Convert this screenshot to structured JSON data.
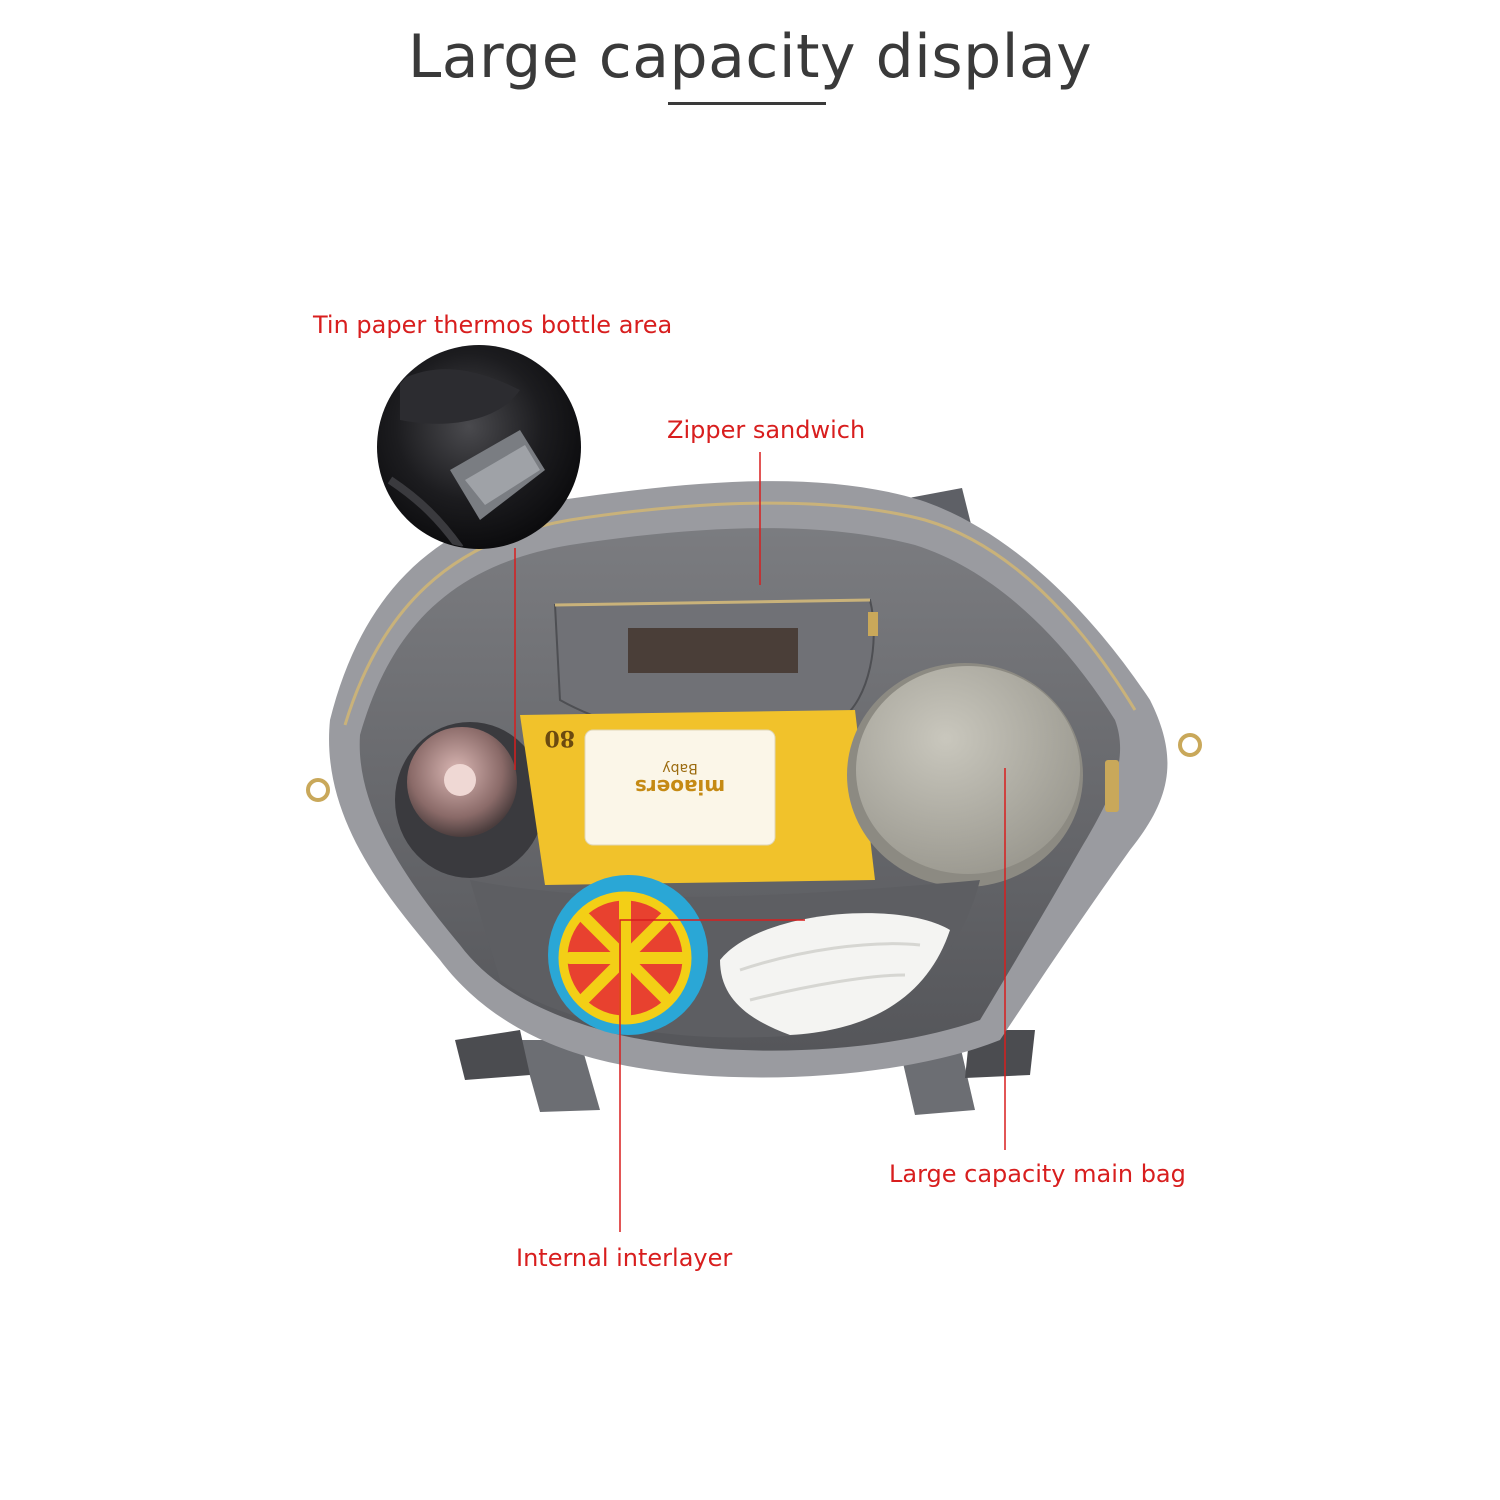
{
  "header": {
    "title": "Large capacity display"
  },
  "callouts": {
    "thermos_area": "Tin paper thermos bottle area",
    "zipper_sandwich": "Zipper sandwich",
    "main_bag": "Large capacity main bag",
    "internal_interlayer": "Internal interlayer"
  },
  "product": {
    "wipes_brand": "miaoers",
    "wipes_subtitle": "Baby",
    "wipes_count": "80",
    "accent_color": "#d81e1e",
    "bag_color": "#8e8f94",
    "lining_color": "#6f7074"
  }
}
